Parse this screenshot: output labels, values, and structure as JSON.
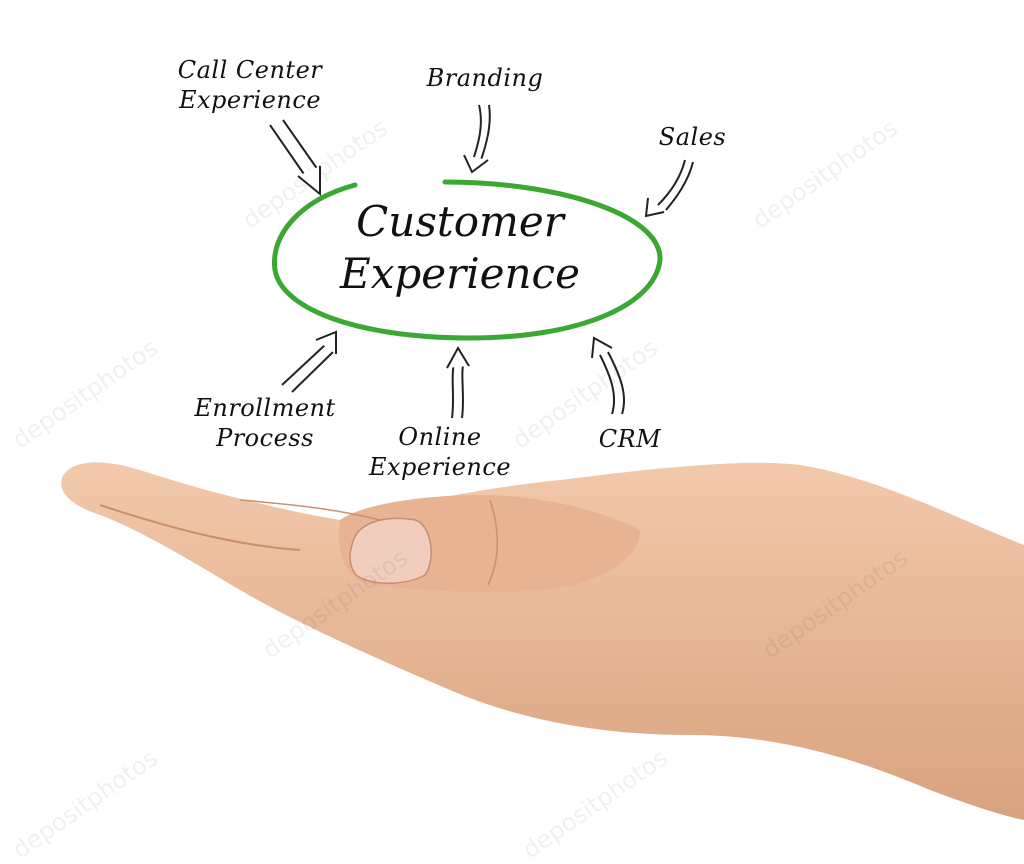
{
  "diagram": {
    "center": {
      "line1": "Customer",
      "line2": "Experience"
    },
    "nodes": {
      "call_center": {
        "line1": "Call Center",
        "line2": "Experience"
      },
      "branding": {
        "line1": "Branding"
      },
      "sales": {
        "line1": "Sales"
      },
      "enrollment": {
        "line1": "Enrollment",
        "line2": "Process"
      },
      "online": {
        "line1": "Online",
        "line2": "Experience"
      },
      "crm": {
        "line1": "CRM"
      }
    }
  },
  "watermark": "depositphotos",
  "colors": {
    "ellipse": "#3aa832",
    "arrow": "#222222",
    "skin": "#e9b797"
  }
}
